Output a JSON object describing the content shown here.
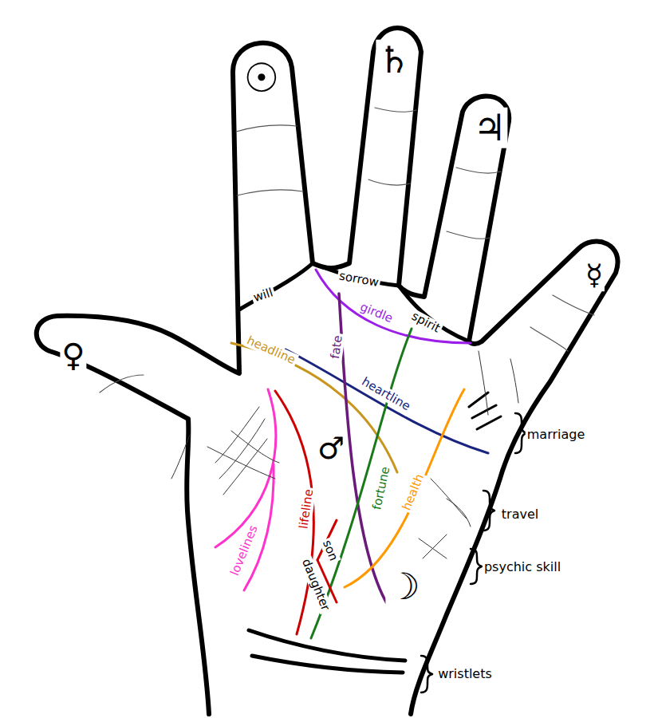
{
  "diagram": {
    "labels": [
      "☉",
      "♄",
      "♃",
      "☿",
      "♀",
      "♂",
      "☽",
      "will",
      "sorrow",
      "spirit",
      "girdle",
      "fate",
      "headline",
      "heartline",
      "lovelines",
      "lifeline",
      "son",
      "daughter",
      "fortune",
      "health",
      "marriage",
      "travel",
      "psychic skill",
      "wristlets"
    ]
  }
}
